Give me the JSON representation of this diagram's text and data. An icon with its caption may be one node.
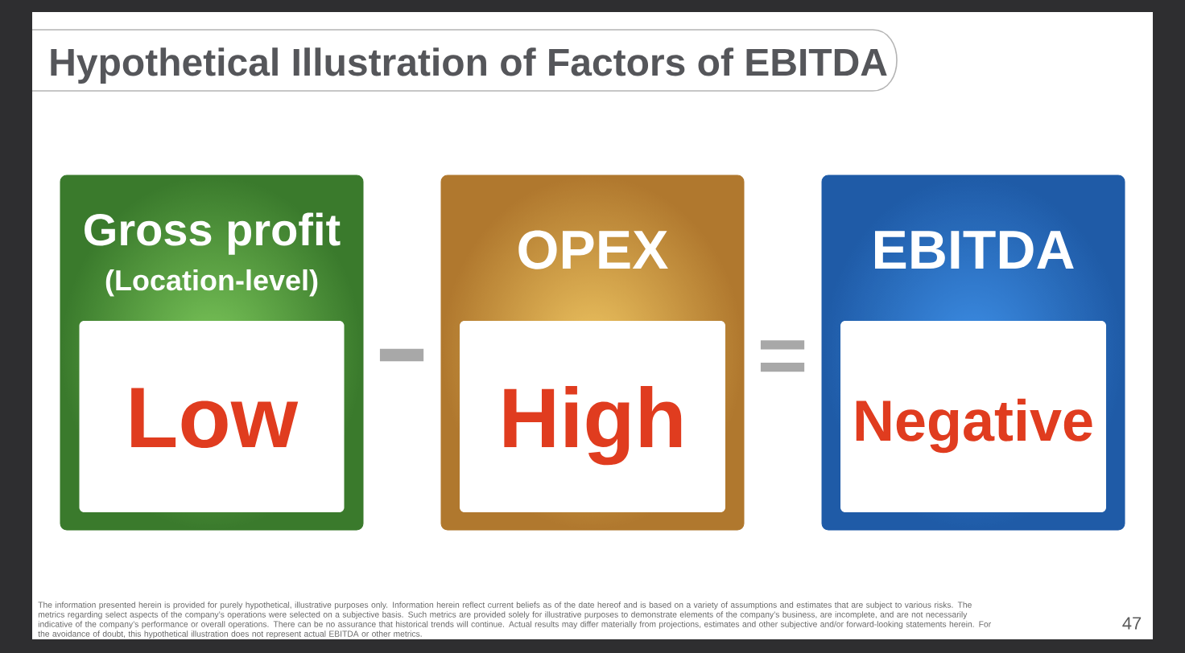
{
  "diagram": {
    "title": "Hypothetical Illustration of Factors of EBITDA",
    "nodes": [
      {
        "text": [
          "Gross profit",
          "(Location-level)"
        ]
      },
      {
        "text": [
          "Low"
        ],
        "in": 0
      },
      {
        "text": [
          "OPEX"
        ]
      },
      {
        "text": [
          "High"
        ],
        "in": 2
      },
      {
        "text": [
          "EBITDA"
        ]
      },
      {
        "text": [
          "Negative"
        ],
        "in": 4
      }
    ],
    "labels": [
      "−",
      "=",
      "The information presented herein is provided for purely hypothetical, illustrative purposes only. Information herein reflect current beliefs as of the date hereof and is based on a variety of assumptions and estimates that are subject to various risks. The metrics regarding select aspects of the company’s operations were selected on a subjective basis. Such metrics are provided solely for illustrative purposes to demonstrate elements of the company’s business, are incomplete, and are not necessarily indicative of the company’s performance or overall operations. There can be no assurance that historical trends will continue. Actual results may differ materially from projections, estimates and other subjective and/or forward-looking statements herein. For the avoidance of doubt, this hypothetical illustration does not represent actual EBITDA or other metrics.",
      "47"
    ]
  }
}
